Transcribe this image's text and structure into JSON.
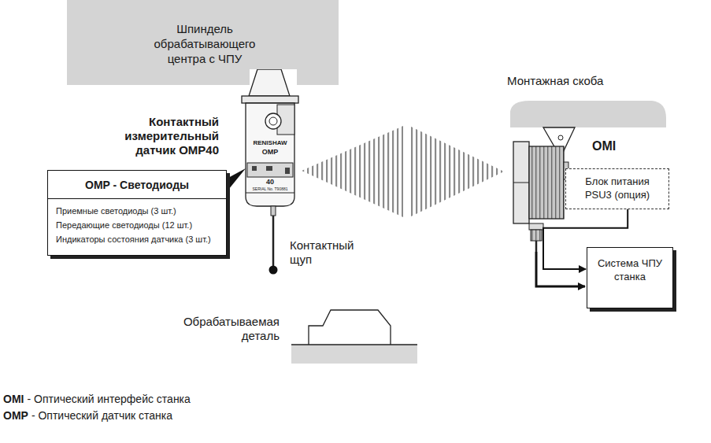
{
  "diagram": {
    "nodes": [
      {
        "text": [
          "Шпиндель обрабатывающего центра с ЧПУ"
        ]
      },
      {
        "text": [
          "OMP - Светодиоды",
          "Приемные светодиоды (3 шт.)",
          "Передающие светодиоды (12 шт.)",
          "Индикаторы состояния датчика (3 шт.)"
        ]
      },
      {
        "text": [
          "Блок питания PSU3 (опция)"
        ]
      },
      {
        "text": [
          "Система ЧПУ станка"
        ]
      }
    ],
    "edges": [
      {
        "from": 2,
        "to": 3,
        "arrow": "to"
      }
    ],
    "labels": [
      "Контактный измерительный датчик OMP40",
      "RENISHAW",
      "OMP",
      "40",
      "SERIAL No. T90881",
      "Монтажная скоба",
      "OMI",
      "Контактный щуп",
      "Обрабатываемая деталь",
      "OMI",
      "- Оптический интерфейс станка",
      "OMP",
      "- Оптический датчик станка"
    ]
  }
}
